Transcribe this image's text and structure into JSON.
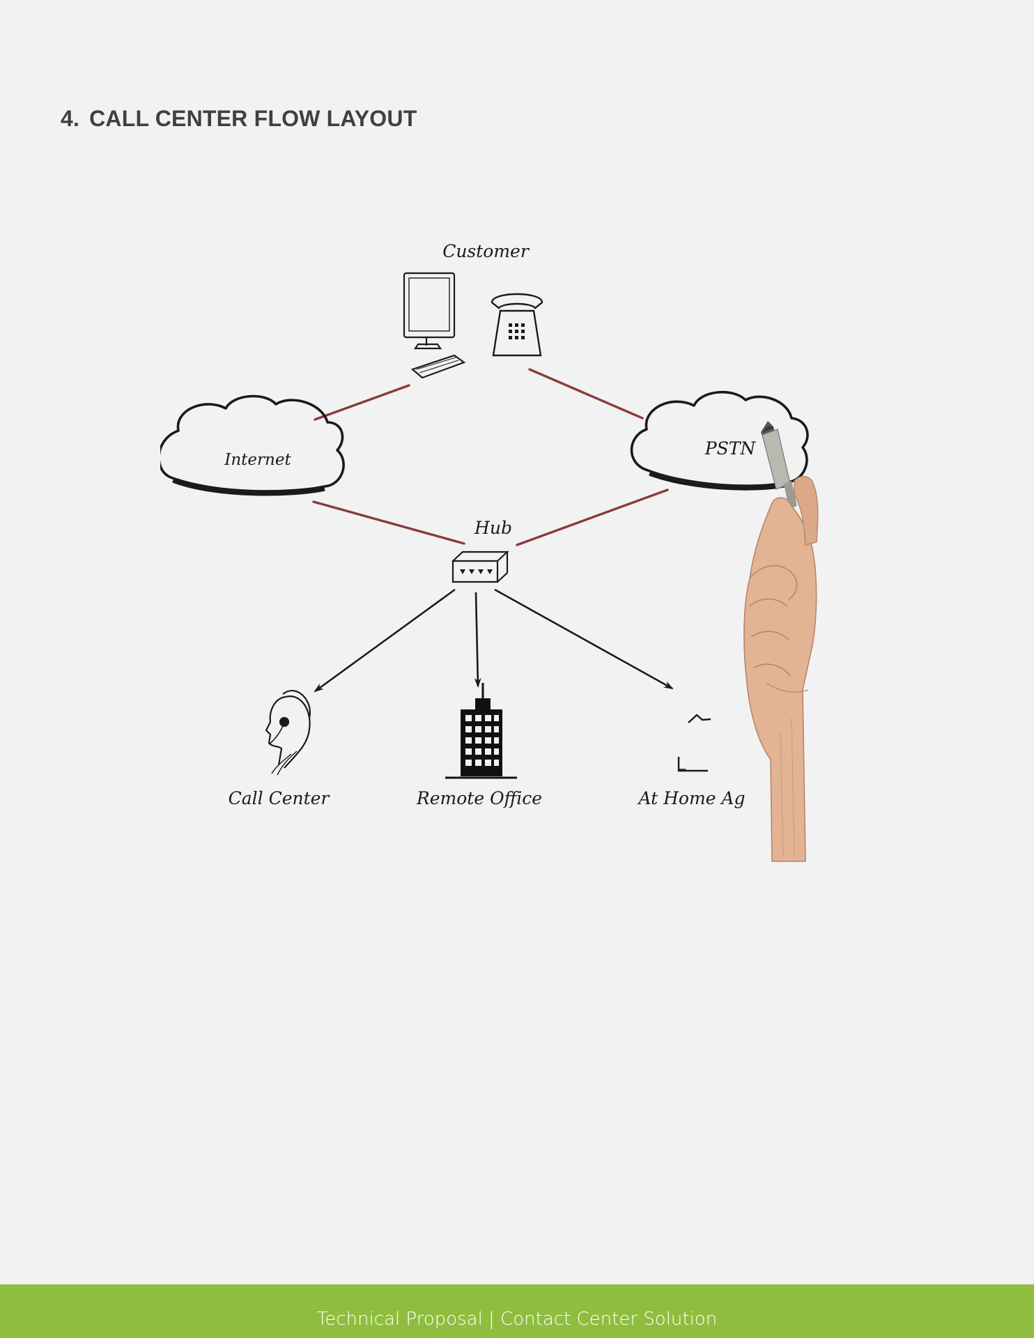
{
  "section": {
    "number": "4.",
    "title": "CALL CENTER FLOW LAYOUT"
  },
  "diagram": {
    "nodes": {
      "customer": "Customer",
      "internet": "Internet",
      "pstn": "PSTN",
      "hub": "Hub",
      "call_center": "Call Center",
      "remote_office": "Remote Office",
      "at_home": "At Home Ag"
    },
    "colors": {
      "connector": "#8b3a3a",
      "arrow": "#1a1a1a"
    }
  },
  "footer": {
    "text": "Technical Proposal | Contact Center Solution",
    "color": "#8fbe3f"
  }
}
